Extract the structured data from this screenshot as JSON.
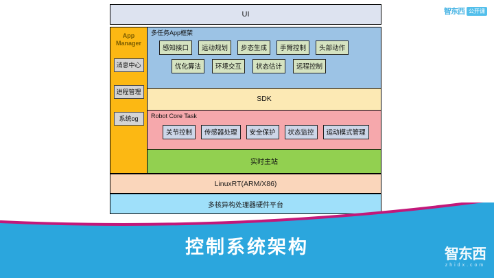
{
  "watermark_top": {
    "mark": "智东西",
    "badge": "公开课"
  },
  "watermark_bottom": {
    "mark": "智东西",
    "url": "zhidx.com"
  },
  "footer": {
    "title": "控制系统架构",
    "bg_color": "#2ba6dd",
    "accent_color": "#c2187a"
  },
  "diagram": {
    "ui_band": {
      "label": "UI",
      "color": "#dde3f0"
    },
    "sidebar": {
      "title": "App Manager",
      "color": "#fcb813",
      "chips": [
        {
          "label": "消息中心"
        },
        {
          "label": "进程管理"
        },
        {
          "label": "系统og"
        }
      ]
    },
    "app_layer": {
      "label": "多任务App框架",
      "color": "#9cc3e5",
      "row1": [
        {
          "label": "感知接口"
        },
        {
          "label": "运动规划"
        },
        {
          "label": "步态生成"
        },
        {
          "label": "手臂控制"
        },
        {
          "label": "头部动作"
        }
      ],
      "row2": [
        {
          "label": "优化算法"
        },
        {
          "label": "环境交互"
        },
        {
          "label": "状态估计"
        },
        {
          "label": "远程控制"
        }
      ],
      "chip_color": "#d5e3c1"
    },
    "sdk_layer": {
      "label": "SDK",
      "color": "#fce9b4"
    },
    "core_layer": {
      "label": "Robot Core Task",
      "color": "#f6a8ac",
      "chip_color": "#cdd6e8",
      "chips": [
        {
          "label": "关节控制"
        },
        {
          "label": "传感器处理"
        },
        {
          "label": "安全保护"
        },
        {
          "label": "状态监控"
        },
        {
          "label": "运动模式管理"
        }
      ]
    },
    "realtime_layer": {
      "label": "实时主站",
      "color": "#92d050"
    },
    "os_layer": {
      "label": "LinuxRT(ARM/X86)",
      "color": "#fad6bb"
    },
    "hardware_layer": {
      "label": "多核异构处理器硬件平台",
      "color": "#9fe0fa"
    }
  }
}
